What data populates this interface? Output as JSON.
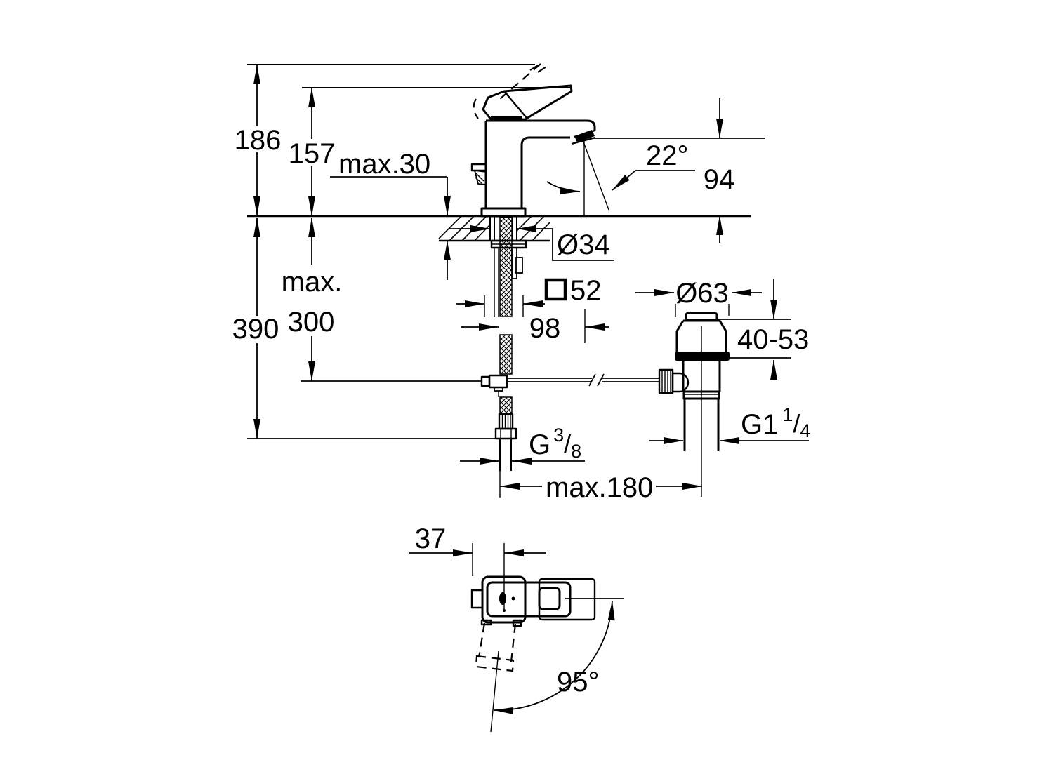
{
  "diagram": {
    "title": "faucet-installation-dimension-drawing",
    "colors": {
      "line": "#000000",
      "background": "#ffffff"
    },
    "labels": {
      "d186": "186",
      "d157": "157",
      "max30": "max.30",
      "deg22": "22°",
      "d94": "94",
      "dia34": "Ø34",
      "d52": "52",
      "d98": "98",
      "dia63": "Ø63",
      "r4053": "40-53",
      "max_word": "max.",
      "d300": "300",
      "d390": "390",
      "max180": "max.180",
      "d37": "37",
      "deg95": "95°",
      "g38": {
        "g": "G",
        "sup": "3",
        "slash": "/",
        "sub": "8"
      },
      "g114": {
        "g": "G1",
        "sup": "1",
        "slash": "/",
        "sub": "4"
      }
    }
  }
}
